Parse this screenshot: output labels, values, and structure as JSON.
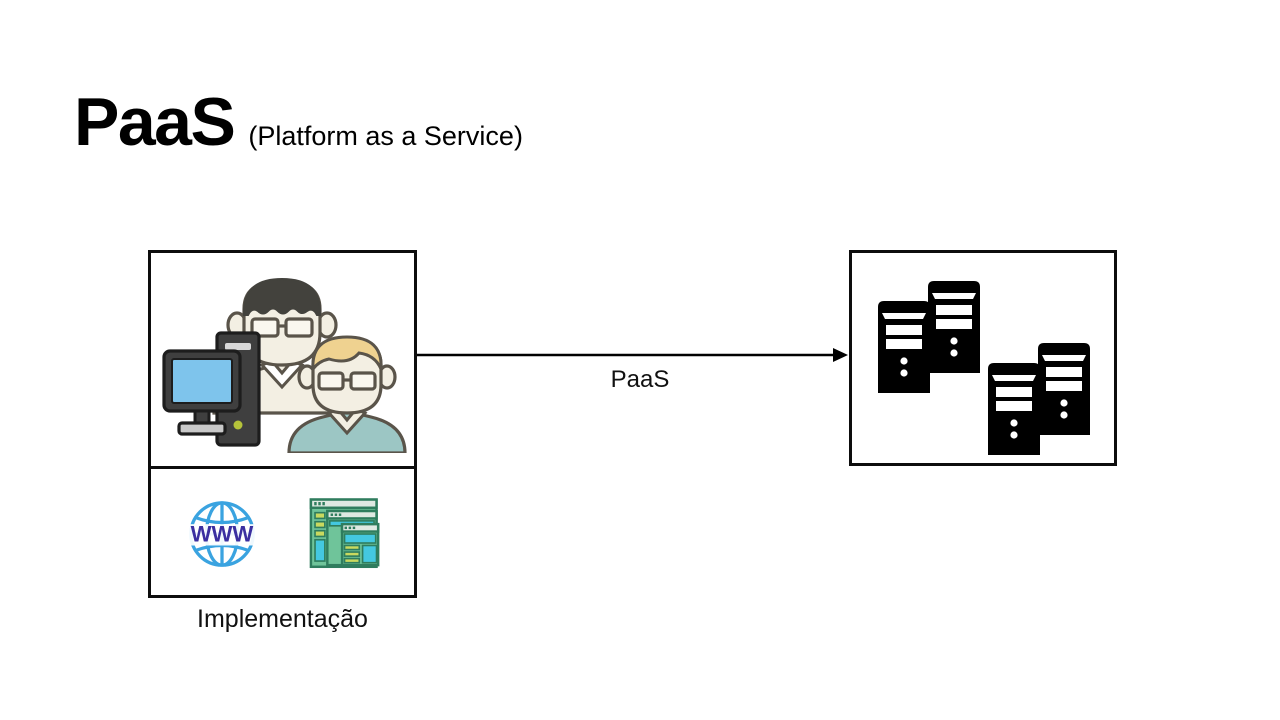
{
  "slide": {
    "title_main": "PaaS",
    "title_sub": "(Platform as a Service)",
    "background_color": "#ffffff"
  },
  "left_panel": {
    "name": "implementation-panel",
    "caption": "Implementação",
    "top_section": {
      "name": "developers-and-computer",
      "icons": [
        {
          "name": "desktop-monitor-icon",
          "screen_color": "#7ec4ec",
          "body_color": "#3f3f3f"
        },
        {
          "name": "computer-tower-icon",
          "body_color": "#3f3f3f",
          "led_color": "#b5c33a"
        },
        {
          "name": "person-back-icon",
          "hair_color": "#43423d",
          "shirt_color": "#f3efe3"
        },
        {
          "name": "person-front-icon",
          "hair_color": "#efd290",
          "shirt_color": "#9cc6c4"
        }
      ]
    },
    "bottom_section": {
      "name": "web-technology-icons",
      "icons": [
        {
          "name": "www-globe-icon",
          "label": "WWW",
          "globe_color": "#3aa3e0",
          "text_color": "#3b2fa0"
        },
        {
          "name": "browser-windows-icon",
          "frame_color": "#4aa883",
          "accent_color": "#44c8e0",
          "highlight_color": "#c9d95f"
        }
      ]
    }
  },
  "connector": {
    "name": "paas-arrow",
    "label": "PaaS",
    "direction": "left-to-right",
    "color": "#000000"
  },
  "right_panel": {
    "name": "server-infrastructure-panel",
    "icons": [
      {
        "name": "server-tower-icon-1",
        "color": "#000000"
      },
      {
        "name": "server-tower-icon-2",
        "color": "#000000"
      },
      {
        "name": "server-tower-icon-3",
        "color": "#000000"
      },
      {
        "name": "server-tower-icon-4",
        "color": "#000000"
      }
    ]
  }
}
